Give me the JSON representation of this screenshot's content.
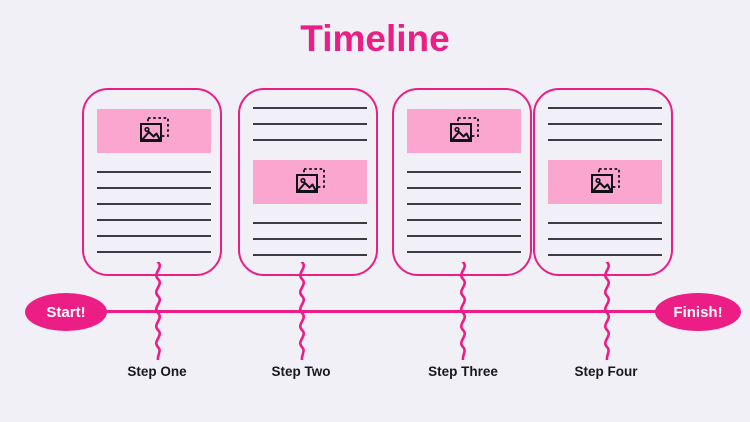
{
  "title": "Timeline",
  "colors": {
    "background": "#f0f0f6",
    "accent_pink": "#ec1e86",
    "light_pink": "#fba6cf",
    "rule_gray": "#3c3c45",
    "label_text": "#17171c",
    "pill_text": "#ffffff"
  },
  "timeline": {
    "start_label": "Start!",
    "finish_label": "Finish!"
  },
  "steps": [
    {
      "label": "Step One",
      "layout": "image-top",
      "image_icon": "image-placeholder-icon",
      "rules_above": 0,
      "rules_below": 6
    },
    {
      "label": "Step Two",
      "layout": "image-middle",
      "image_icon": "image-placeholder-icon",
      "rules_above": 3,
      "rules_below": 3
    },
    {
      "label": "Step Three",
      "layout": "image-top",
      "image_icon": "image-placeholder-icon",
      "rules_above": 0,
      "rules_below": 6
    },
    {
      "label": "Step Four",
      "layout": "image-middle",
      "image_icon": "image-placeholder-icon",
      "rules_above": 3,
      "rules_below": 3
    }
  ]
}
